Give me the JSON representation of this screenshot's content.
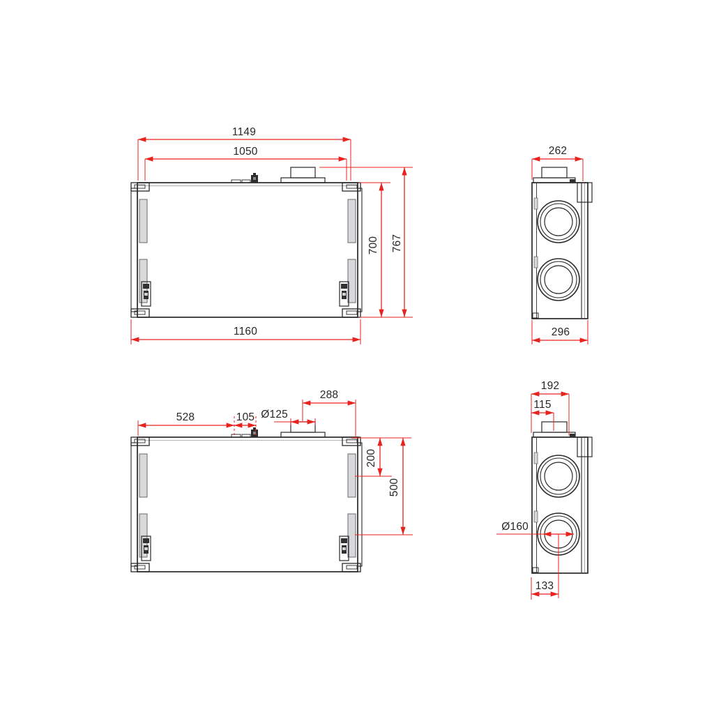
{
  "views": {
    "front_top": {
      "dims": {
        "overall_width": "1149",
        "inner_width": "1050",
        "body_height": "700",
        "total_height": "767",
        "base_width": "1160"
      }
    },
    "side_top": {
      "dims": {
        "top_width": "262",
        "base_width": "296"
      }
    },
    "front_bottom": {
      "dims": {
        "left_offset": "528",
        "mid_offset": "105",
        "duct_diameter": "Ø125",
        "duct_to_edge": "288",
        "upper_port_offset": "200",
        "lower_port_offset": "500"
      }
    },
    "side_bottom": {
      "dims": {
        "top_depth": "192",
        "duct_center_offset": "115",
        "port_diameter": "Ø160",
        "port_center_offset": "133"
      }
    }
  },
  "colors": {
    "dimension_red": "#e8231e",
    "outline_dark": "#2b2829",
    "body_fill": "#ebebed",
    "recess_fill": "#d9d9db"
  }
}
